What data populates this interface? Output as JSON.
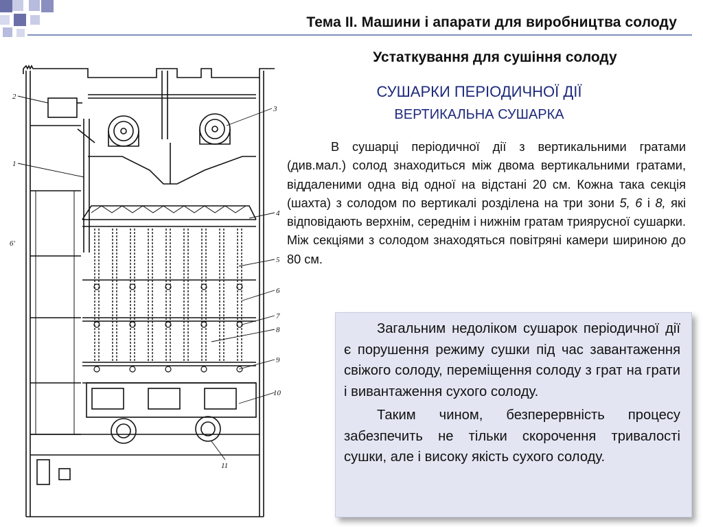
{
  "header": {
    "title": "Тема ІІ. Машини і апарати для виробництва солоду"
  },
  "slide": {
    "subtitle": "Устаткування для сушіння солоду",
    "heading_1": "СУШАРКИ ПЕРІОДИЧНОЇ ДІЇ",
    "heading_2": "ВЕРТИКАЛЬНА СУШАРКА",
    "paragraph": {
      "part_1": "В сушарці періодичної дії з вертикальними гратами (див.мал.) солод знаходиться між двома вертикальними гратами, віддаленими одна від одної на відстані 20 см. Кожна така секція (шахта) з солодом по вертикалі розділена на три зони ",
      "zone_a": "5, 6",
      "conj": " і ",
      "zone_b": "8,",
      "part_2": " які відповідають верхнім, середнім і нижнім гратам триярусної сушарки. Між секціями з солодом знаходяться повітряні камери шириною до 80 см."
    },
    "box": {
      "p1": "Загальним недоліком сушарок періодичної дії є порушення режиму сушки під час завантаження свіжого солоду, переміщення солоду з грат на грати і вивантаження сухого солоду.",
      "p2": "Таким чином, безперервність процесу забезпечить не тільки скорочення тривалості сушки, але і високу якість сухого солоду."
    }
  },
  "drawing": {
    "callouts": [
      "2",
      "3",
      "1",
      "4",
      "5",
      "6",
      "7",
      "8",
      "9",
      "10",
      "11"
    ],
    "margin_mark": "6'"
  },
  "colors": {
    "heading_blue": "#1e2a7c",
    "deco_light": "#c9cce6",
    "deco_dark": "#6b6fa8",
    "box_bg": "#e3e6f2"
  }
}
